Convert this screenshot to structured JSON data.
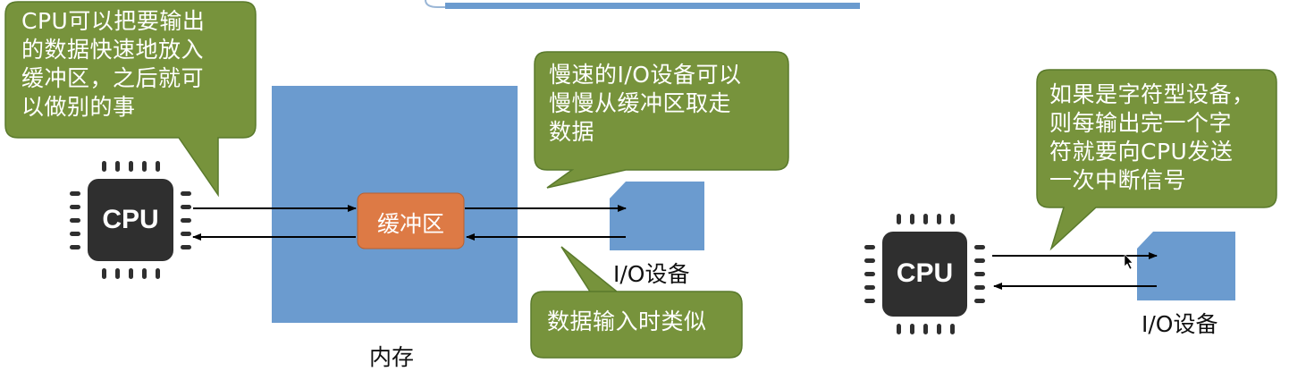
{
  "colors": {
    "bubble_fill": "#77933c",
    "bubble_stroke": "#5a7a2c",
    "memory_fill": "#6b9bcf",
    "buffer_fill": "#dd7a45",
    "device_fill": "#6b9bcf",
    "chip_fill": "#2f2f2f",
    "top_bar": "#6b9bcf"
  },
  "left": {
    "bubble_cpu": "CPU可以把要输出\n的数据快速地放入\n缓冲区，之后就可\n以做别的事",
    "bubble_io": "慢速的I/O设备可以\n慢慢从缓冲区取走\n数据",
    "bubble_input": "数据输入时类似",
    "cpu_label": "CPU",
    "buffer_label": "缓冲区",
    "memory_label": "内存",
    "device_label": "I/O设备"
  },
  "right": {
    "bubble_char": "如果是字符型设备，\n则每输出完一个字\n符就要向CPU发送\n一次中断信号",
    "cpu_label": "CPU",
    "device_label": "I/O设备"
  }
}
